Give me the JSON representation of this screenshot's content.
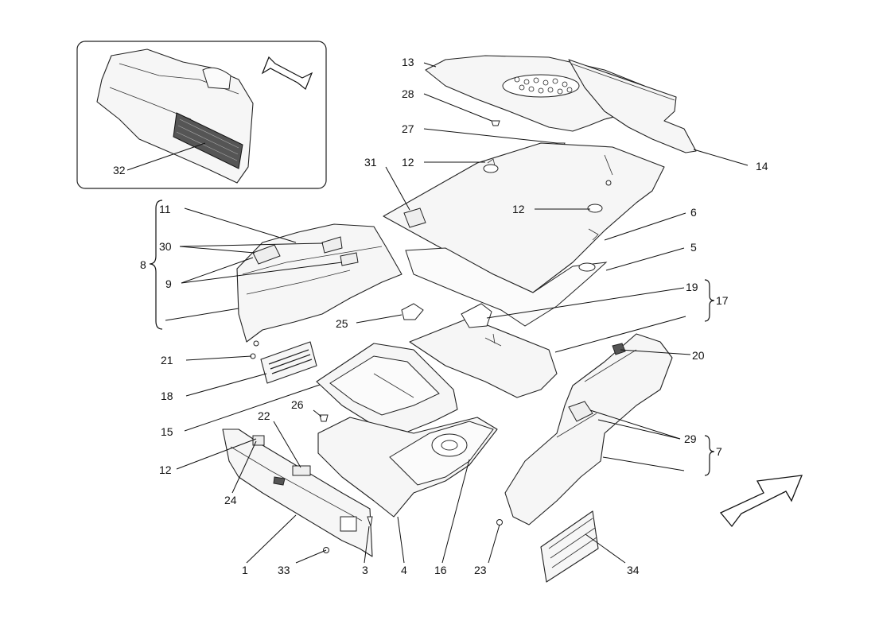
{
  "callouts": {
    "c1": "1",
    "c3": "3",
    "c4": "4",
    "c5": "5",
    "c6": "6",
    "c7": "7",
    "c8": "8",
    "c9": "9",
    "c11": "11",
    "c12a": "12",
    "c12b": "12",
    "c12c": "12",
    "c13": "13",
    "c14": "14",
    "c15": "15",
    "c16": "16",
    "c17": "17",
    "c18": "18",
    "c19": "19",
    "c20": "20",
    "c21": "21",
    "c22": "22",
    "c23": "23",
    "c24": "24",
    "c25": "25",
    "c26": "26",
    "c27": "27",
    "c28": "28",
    "c29": "29",
    "c30": "30",
    "c31": "31",
    "c32": "32",
    "c33": "33",
    "c34": "34"
  },
  "icons": {
    "inset_direction_arrow": "arrow-right-up-icon",
    "main_direction_arrow": "arrow-right-up-icon"
  },
  "colors": {
    "line": "#111111",
    "background": "#ffffff"
  }
}
